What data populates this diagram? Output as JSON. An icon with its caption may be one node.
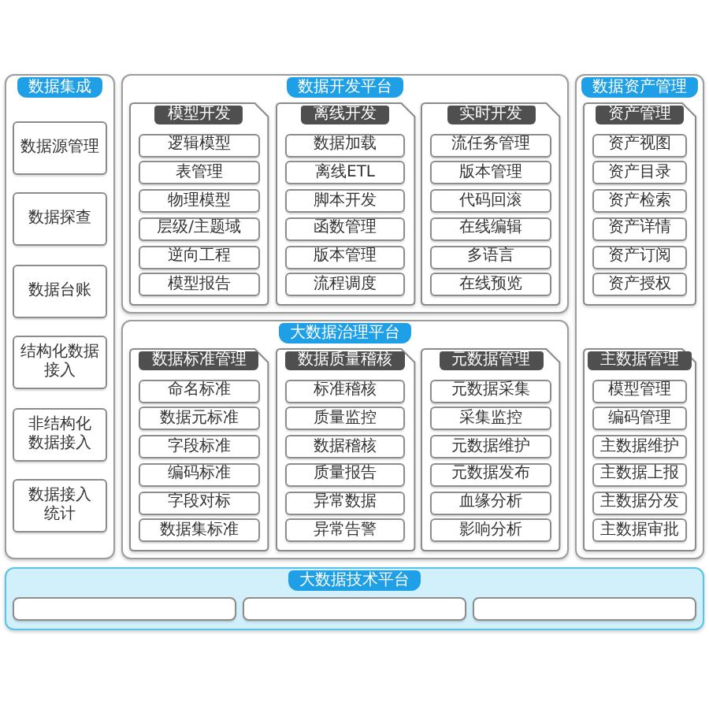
{
  "diagram": {
    "nodes": [
      {
        "text": [
          "数据集成"
        ]
      },
      {
        "text": [
          "数据源管理"
        ],
        "in": 0
      },
      {
        "text": [
          "数据探查"
        ],
        "in": 0
      },
      {
        "text": [
          "数据台账"
        ],
        "in": 0
      },
      {
        "text": [
          "结构化数据接入"
        ],
        "in": 0
      },
      {
        "text": [
          "非结构化数据接入"
        ],
        "in": 0
      },
      {
        "text": [
          "数据接入统计"
        ],
        "in": 0
      },
      {
        "text": [
          "数据开发平台"
        ]
      },
      {
        "text": [
          "模型开发"
        ],
        "in": 7
      },
      {
        "text": [
          "逻辑模型"
        ],
        "in": 8
      },
      {
        "text": [
          "表管理"
        ],
        "in": 8
      },
      {
        "text": [
          "物理模型"
        ],
        "in": 8
      },
      {
        "text": [
          "层级/主题域"
        ],
        "in": 8
      },
      {
        "text": [
          "逆向工程"
        ],
        "in": 8
      },
      {
        "text": [
          "模型报告"
        ],
        "in": 8
      },
      {
        "text": [
          "离线开发"
        ],
        "in": 7
      },
      {
        "text": [
          "数据加载"
        ],
        "in": 15
      },
      {
        "text": [
          "离线ETL"
        ],
        "in": 15
      },
      {
        "text": [
          "脚本开发"
        ],
        "in": 15
      },
      {
        "text": [
          "函数管理"
        ],
        "in": 15
      },
      {
        "text": [
          "版本管理"
        ],
        "in": 15
      },
      {
        "text": [
          "流程调度"
        ],
        "in": 15
      },
      {
        "text": [
          "实时开发"
        ],
        "in": 7
      },
      {
        "text": [
          "流任务管理"
        ],
        "in": 22
      },
      {
        "text": [
          "版本管理"
        ],
        "in": 22
      },
      {
        "text": [
          "代码回滚"
        ],
        "in": 22
      },
      {
        "text": [
          "在线编辑"
        ],
        "in": 22
      },
      {
        "text": [
          "多语言"
        ],
        "in": 22
      },
      {
        "text": [
          "在线预览"
        ],
        "in": 22
      },
      {
        "text": [
          "大数据治理平台"
        ]
      },
      {
        "text": [
          "数据标准管理"
        ],
        "in": 29
      },
      {
        "text": [
          "命名标准"
        ],
        "in": 30
      },
      {
        "text": [
          "数据元标准"
        ],
        "in": 30
      },
      {
        "text": [
          "字段标准"
        ],
        "in": 30
      },
      {
        "text": [
          "编码标准"
        ],
        "in": 30
      },
      {
        "text": [
          "字段对标"
        ],
        "in": 30
      },
      {
        "text": [
          "数据集标准"
        ],
        "in": 30
      },
      {
        "text": [
          "数据质量稽核"
        ],
        "in": 29
      },
      {
        "text": [
          "标准稽核"
        ],
        "in": 37
      },
      {
        "text": [
          "质量监控"
        ],
        "in": 37
      },
      {
        "text": [
          "数据稽核"
        ],
        "in": 37
      },
      {
        "text": [
          "质量报告"
        ],
        "in": 37
      },
      {
        "text": [
          "异常数据"
        ],
        "in": 37
      },
      {
        "text": [
          "异常告警"
        ],
        "in": 37
      },
      {
        "text": [
          "元数据管理"
        ],
        "in": 29
      },
      {
        "text": [
          "元数据采集"
        ],
        "in": 44
      },
      {
        "text": [
          "采集监控"
        ],
        "in": 44
      },
      {
        "text": [
          "元数据维护"
        ],
        "in": 44
      },
      {
        "text": [
          "元数据发布"
        ],
        "in": 44
      },
      {
        "text": [
          "血缘分析"
        ],
        "in": 44
      },
      {
        "text": [
          "影响分析"
        ],
        "in": 44
      },
      {
        "text": [
          "数据资产管理"
        ]
      },
      {
        "text": [
          "资产管理"
        ],
        "in": 51
      },
      {
        "text": [
          "资产视图"
        ],
        "in": 52
      },
      {
        "text": [
          "资产目录"
        ],
        "in": 52
      },
      {
        "text": [
          "资产检索"
        ],
        "in": 52
      },
      {
        "text": [
          "资产详情"
        ],
        "in": 52
      },
      {
        "text": [
          "资产订阅"
        ],
        "in": 52
      },
      {
        "text": [
          "资产授权"
        ],
        "in": 52
      },
      {
        "text": [
          "主数据管理"
        ],
        "in": 51
      },
      {
        "text": [
          "模型管理"
        ],
        "in": 59
      },
      {
        "text": [
          "编码管理"
        ],
        "in": 59
      },
      {
        "text": [
          "主数据维护"
        ],
        "in": 59
      },
      {
        "text": [
          "主数据上报"
        ],
        "in": 59
      },
      {
        "text": [
          "主数据分发"
        ],
        "in": 59
      },
      {
        "text": [
          "主数据审批"
        ],
        "in": 59
      },
      {
        "text": [
          "大数据技术平台"
        ]
      },
      {
        "text": [],
        "shape": "box",
        "in": 66
      },
      {
        "text": [],
        "shape": "box",
        "in": 66
      },
      {
        "text": [],
        "shape": "box",
        "in": 66
      }
    ]
  }
}
